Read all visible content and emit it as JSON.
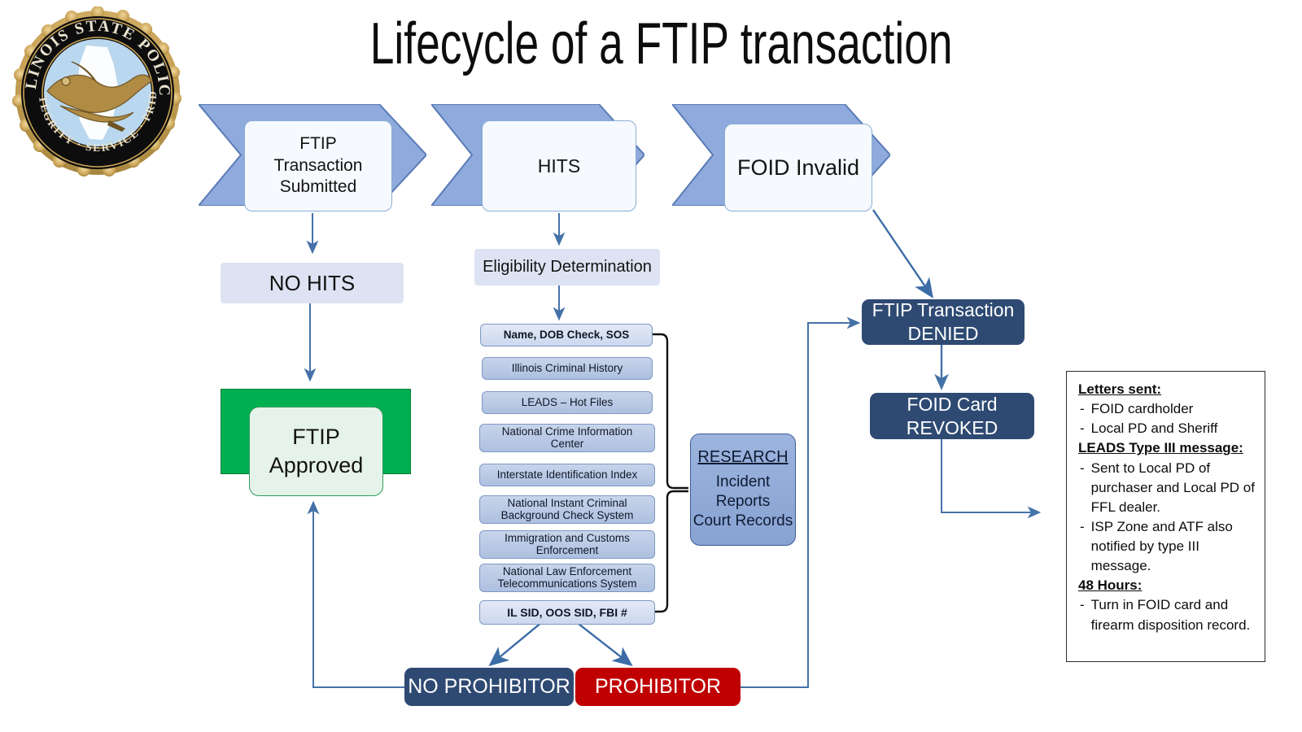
{
  "title": "Lifecycle of a FTIP transaction",
  "seal": {
    "name": "illinois-state-police-seal",
    "top_text": "ILLINOIS STATE POLICE",
    "bottom_text": "INTEGRITY · SERVICE · PRIDE"
  },
  "colors": {
    "chevron_fill": "#8faadc",
    "chevron_border": "#5a7bb5",
    "light_blue": "#dde3f2",
    "navy": "#2e4a73",
    "red": "#c00000",
    "green": "#00b050",
    "green_overlay": "#e6f3ea",
    "arrow_blue": "#4472a8",
    "bracket_black": "#111111",
    "checklist_border": "#7d98c4"
  },
  "chevrons": [
    {
      "label": "FTIP\nTransaction\nSubmitted",
      "name": "chevron-ftip-transaction-submitted"
    },
    {
      "label": "HITS",
      "name": "chevron-hits"
    },
    {
      "label": "FOID Invalid",
      "name": "chevron-foid-invalid"
    }
  ],
  "boxes": {
    "no_hits": "NO HITS",
    "ftip_approved": "FTIP\nApproved",
    "eligibility": "Eligibility Determination",
    "ftip_denied": "FTIP Transaction\nDENIED",
    "foid_revoked": "FOID Card\nREVOKED",
    "no_prohibitor": "NO PROHIBITOR",
    "prohibitor": "PROHIBITOR"
  },
  "checklist": [
    {
      "text": "Name, DOB Check, SOS",
      "bold": true,
      "tone": "a"
    },
    {
      "text": "Illinois Criminal History",
      "bold": false,
      "tone": "b"
    },
    {
      "text": "LEADS – Hot Files",
      "bold": false,
      "tone": "b"
    },
    {
      "text": "National Crime Information\nCenter",
      "bold": false,
      "tone": "b"
    },
    {
      "text": "Interstate Identification Index",
      "bold": false,
      "tone": "b"
    },
    {
      "text": "National Instant Criminal\nBackground Check System",
      "bold": false,
      "tone": "b"
    },
    {
      "text": "Immigration and Customs\nEnforcement",
      "bold": false,
      "tone": "b"
    },
    {
      "text": "National Law Enforcement\nTelecommunications System",
      "bold": false,
      "tone": "b"
    },
    {
      "text": "IL SID, OOS SID, FBI #",
      "bold": true,
      "tone": "a"
    }
  ],
  "research": {
    "heading": "RESEARCH",
    "lines": [
      "Incident\nReports",
      "Court Records"
    ]
  },
  "letters_panel": {
    "sections": [
      {
        "heading": "Letters sent:",
        "items": [
          "FOID cardholder",
          "Local PD and Sheriff"
        ]
      },
      {
        "heading": "LEADS Type III message:",
        "items": [
          "Sent to Local PD of purchaser and Local PD of FFL dealer.",
          "ISP Zone and ATF also notified by type III message."
        ]
      },
      {
        "heading": "48 Hours:",
        "items": [
          "Turn in FOID card and firearm disposition record."
        ]
      }
    ],
    "bullet_dash": "-"
  }
}
